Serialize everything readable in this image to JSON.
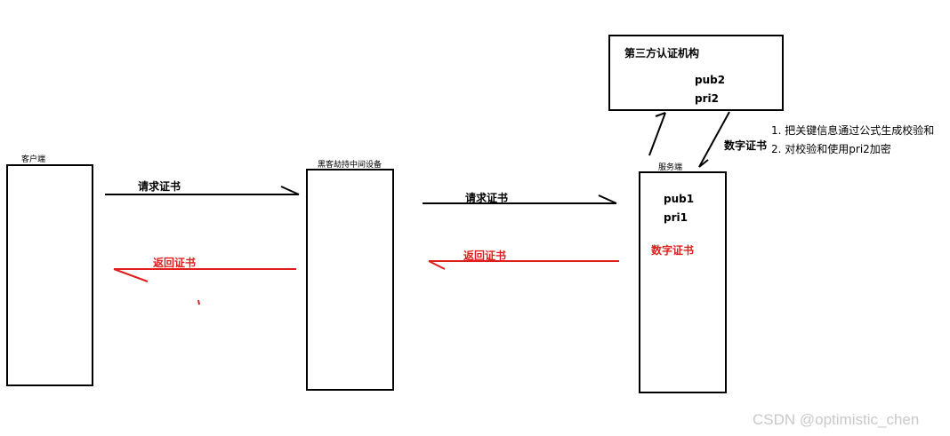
{
  "client": {
    "title": "客户端"
  },
  "mitm": {
    "title": "黑客劫持中间设备"
  },
  "server": {
    "title": "服务端",
    "key_pub": "pub1",
    "key_pri": "pri1",
    "cert": "数字证书"
  },
  "ca": {
    "title": "第三方认证机构",
    "key_pub": "pub2",
    "key_pri": "pri2"
  },
  "arrows": {
    "req_left": "请求证书",
    "req_right": "请求证书",
    "ret_left": "返回证书",
    "ret_right": "返回证书",
    "ca_cert": "数字证书"
  },
  "steps": [
    "1. 把关键信息通过公式生成校验和",
    "2. 对校验和使用pri2加密"
  ],
  "colors": {
    "black": "#000000",
    "red": "#e01e1e"
  },
  "watermark": "CSDN @optimistic_chen"
}
